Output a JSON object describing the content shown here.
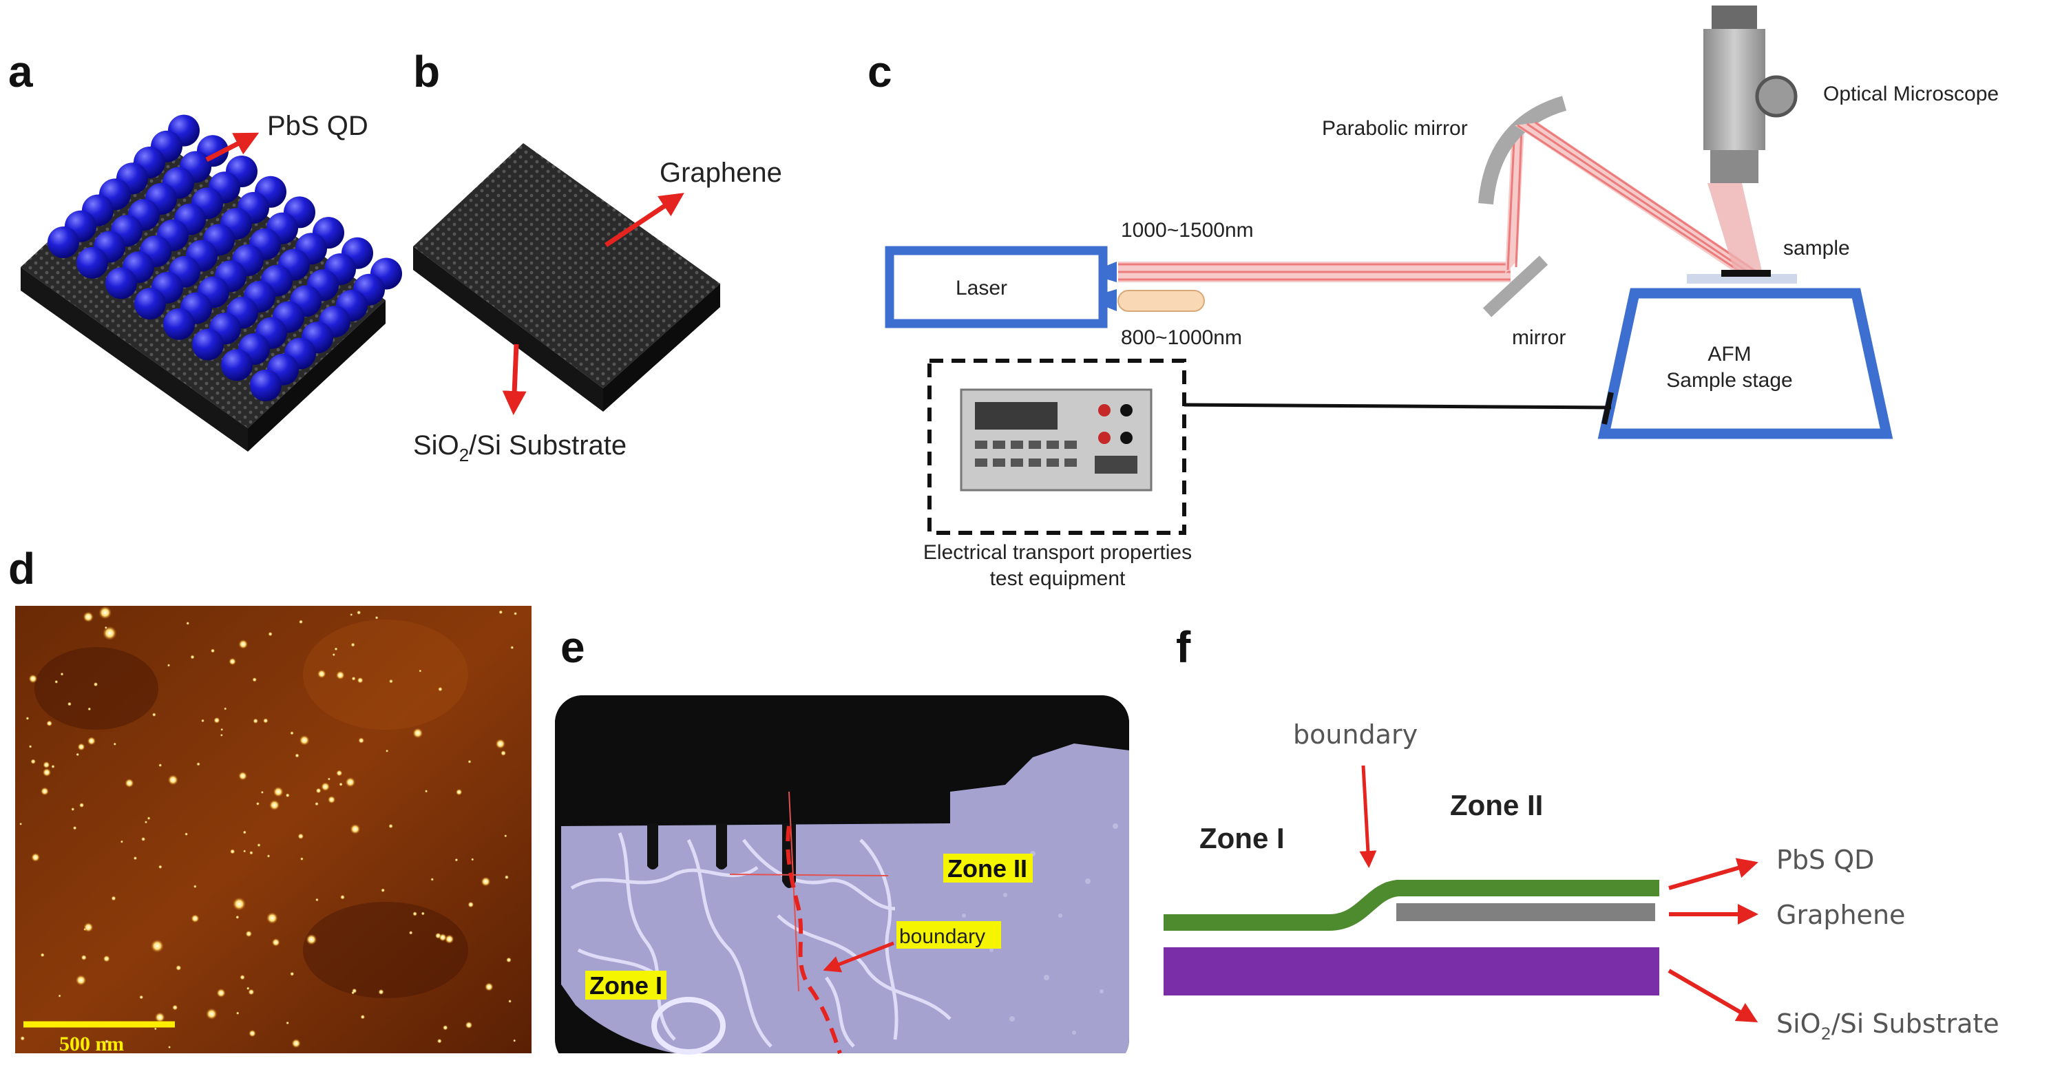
{
  "panels": {
    "a": {
      "letter": "a",
      "qd_label": "PbS QD"
    },
    "b": {
      "letter": "b",
      "graphene_label": "Graphene",
      "substrate_label_main": "SiO",
      "substrate_label_sub": "2",
      "substrate_label_rest": "/Si Substrate"
    },
    "c": {
      "letter": "c",
      "laser_label": "Laser",
      "wavelength_1": "1000~1500nm",
      "wavelength_2": "800~1000nm",
      "parabolic_mirror": "Parabolic mirror",
      "mirror": "mirror",
      "optical_microscope": "Optical Microscope",
      "sample": "sample",
      "afm_line1": "AFM",
      "afm_line2": "Sample stage",
      "equipment_line1": "Electrical transport properties",
      "equipment_line2": "test equipment"
    },
    "d": {
      "letter": "d",
      "scale_bar": "500 nm"
    },
    "e": {
      "letter": "e",
      "zone1": "Zone I",
      "zone2": "Zone II",
      "boundary": "boundary"
    },
    "f": {
      "letter": "f",
      "boundary": "boundary",
      "zone1": "Zone I",
      "zone2": "Zone II",
      "pbs": "PbS QD",
      "graphene": "Graphene",
      "substrate_main": "SiO",
      "substrate_sub": "2",
      "substrate_rest": "/Si Substrate"
    }
  },
  "colors": {
    "arrow_red": "#e52420",
    "qd_blue": "#1a1acc",
    "frame_blue": "#3d6fd0",
    "green_layer": "#4e8a2e",
    "gray_layer": "#808080",
    "substrate_purple": "#7a2fa8",
    "scale_yellow": "#ffee00"
  }
}
